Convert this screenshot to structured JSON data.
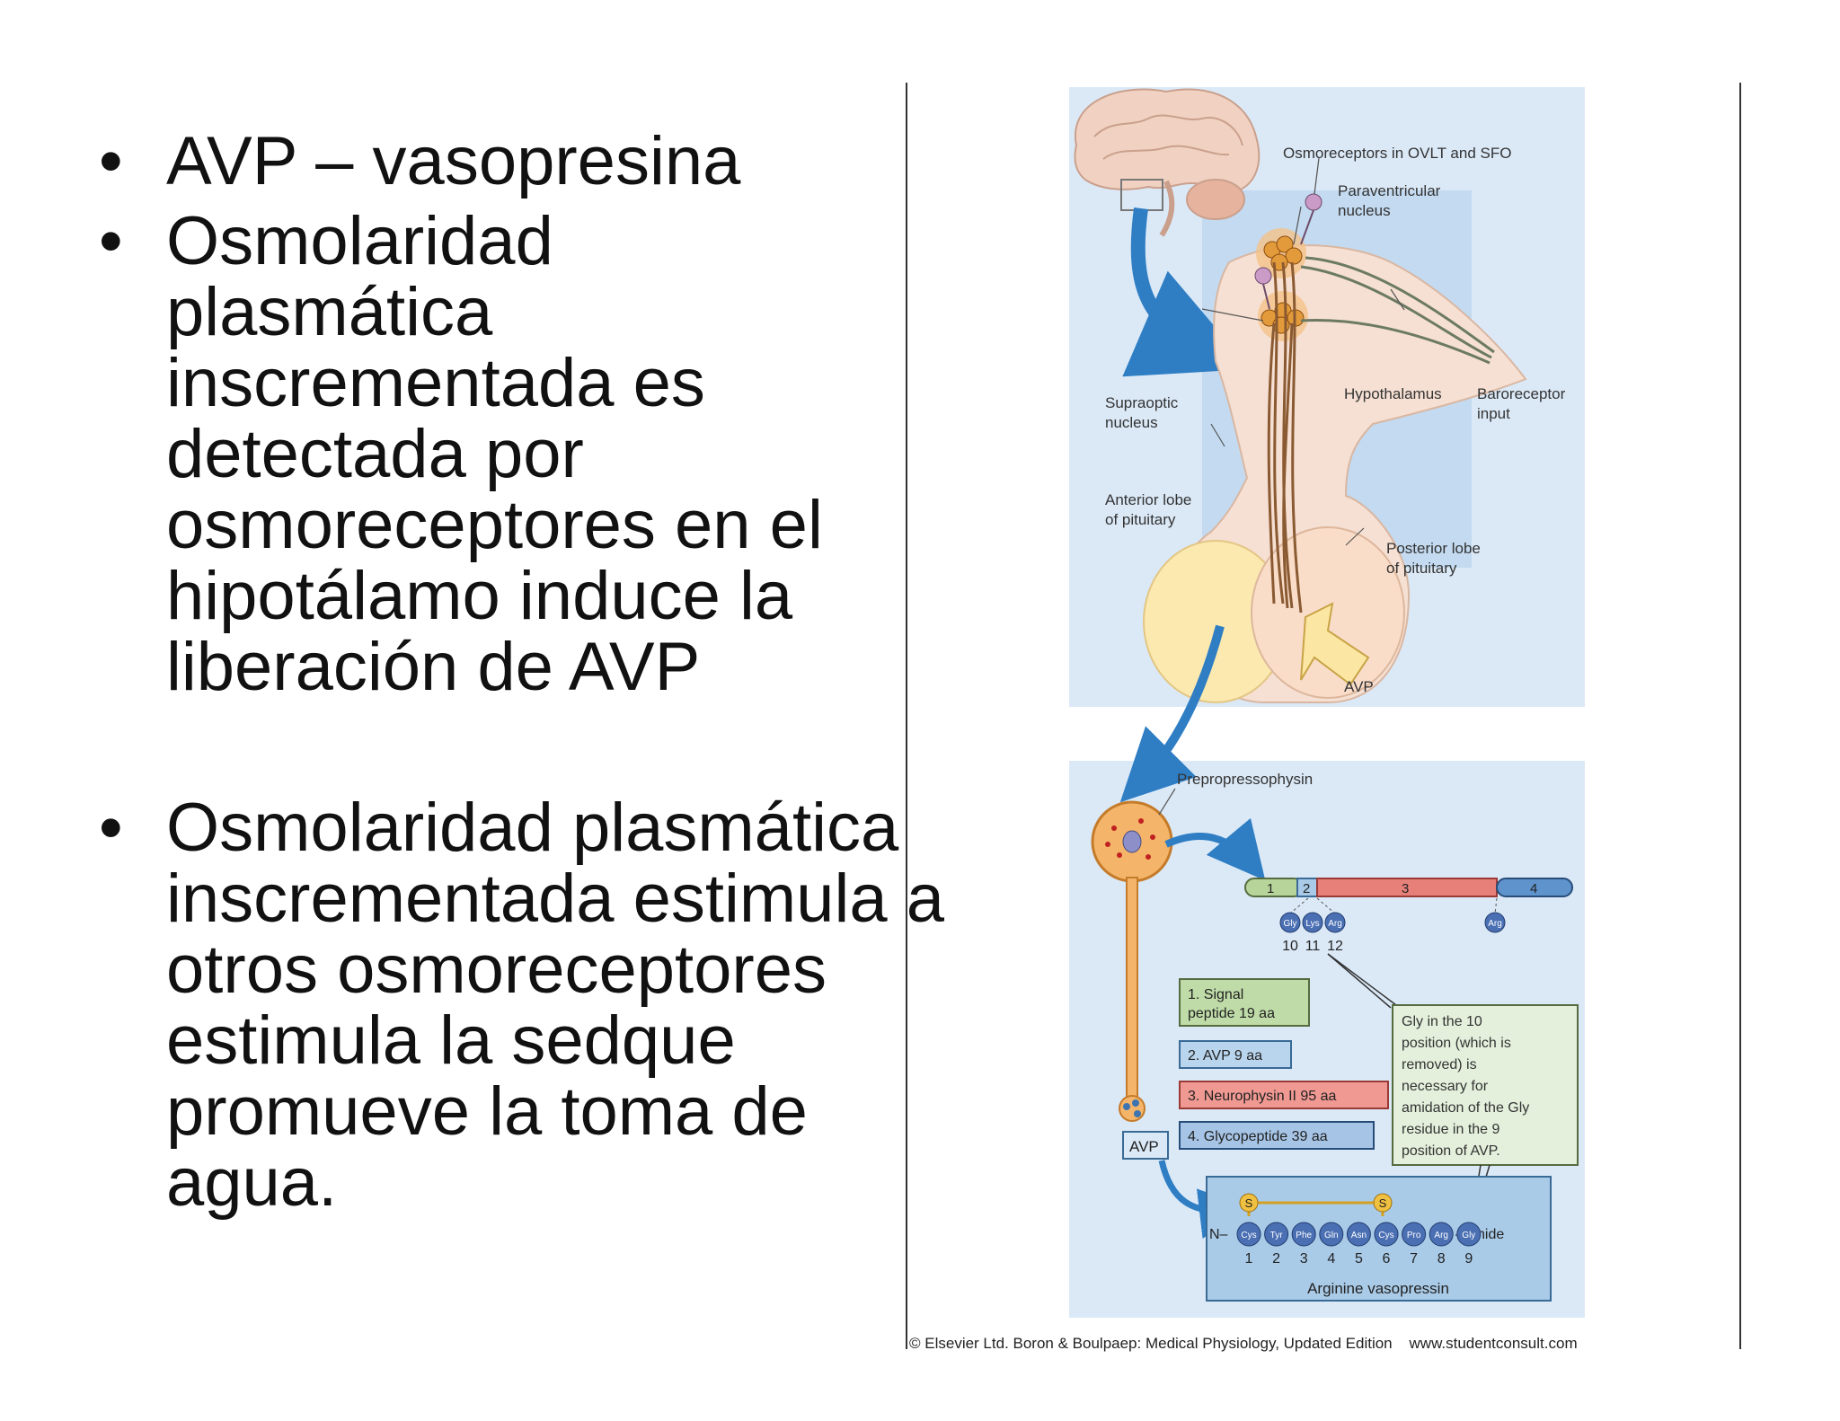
{
  "bullets": [
    {
      "marker": "•",
      "text": "AVP – vasopresina"
    },
    {
      "marker": "•",
      "text": "Osmolaridad plasmática inscrementada es detectada por osmoreceptores en el hipotálamo induce la liberación de AVP"
    },
    {
      "marker": "•",
      "text": "Osmolaridad plasmática inscrementada estimula a otros osmoreceptores estimula la sedque promueve la toma  de agua."
    }
  ],
  "figure": {
    "labels": {
      "osmoreceptors": "Osmoreceptors in OVLT and SFO",
      "paraventricular_1": "Paraventricular",
      "paraventricular_2": "nucleus",
      "supraoptic_1": "Supraoptic",
      "supraoptic_2": "nucleus",
      "hypothalamus": "Hypothalamus",
      "baroreceptor_1": "Baroreceptor",
      "baroreceptor_2": "input",
      "anterior_1": "Anterior lobe",
      "anterior_2": "of pituitary",
      "posterior_1": "Posterior lobe",
      "posterior_2": "of pituitary",
      "avp_arrow": "AVP",
      "prepro": "Prepropressophysin",
      "avp_box": "AVP",
      "amide": "–Amide",
      "n_term": "N–",
      "arginine_vasopressin": "Arginine vasopressin",
      "sulfur": "S"
    },
    "gene_segments": [
      "1",
      "2",
      "3",
      "4"
    ],
    "highlighted_residues": [
      "Gly",
      "Lys",
      "Arg"
    ],
    "highlighted_numbers": [
      "10",
      "11",
      "12"
    ],
    "arg_residue": "Arg",
    "legend": {
      "signal_1": "1. Signal",
      "signal_2": "peptide 19 aa",
      "avp": "2. AVP 9 aa",
      "neurophysin": "3. Neurophysin II 95 aa",
      "glycopeptide": "4. Glycopeptide 39 aa"
    },
    "note_lines": [
      "Gly in the 10",
      "position (which is",
      "removed) is",
      "necessary for",
      "amidation of the Gly",
      "residue in the 9",
      "position of AVP."
    ],
    "peptide": [
      "Cys",
      "Tyr",
      "Phe",
      "Gln",
      "Asn",
      "Cys",
      "Pro",
      "Arg",
      "Gly"
    ],
    "peptide_numbers": [
      "1",
      "2",
      "3",
      "4",
      "5",
      "6",
      "7",
      "8",
      "9"
    ],
    "credit": "© Elsevier Ltd. Boron & Boulpaep: Medical Physiology, Updated Edition    www.studentconsult.com"
  }
}
